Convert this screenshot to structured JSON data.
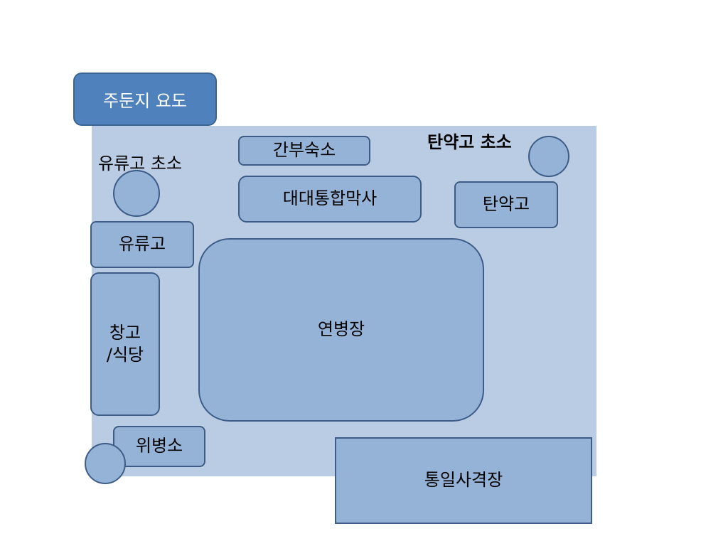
{
  "title": "주둔지 요도",
  "buildings": {
    "officer_quarters": "간부숙소",
    "barracks": "대대통합막사",
    "ammo_depot": "탄약고",
    "fuel_depot": "유류고",
    "warehouse_line1": "창고",
    "warehouse_line2": "/식당",
    "parade_ground": "연병장",
    "guardhouse": "위병소",
    "shooting_range": "통일사격장"
  },
  "posts": {
    "fuel_guard": "유류고 초소",
    "ammo_guard": "탄약고 초소"
  },
  "colors": {
    "grounds": "#b9cce4",
    "building_fill": "#95b3d7",
    "building_border": "#3d5d88",
    "title_fill": "#4f81bd"
  }
}
